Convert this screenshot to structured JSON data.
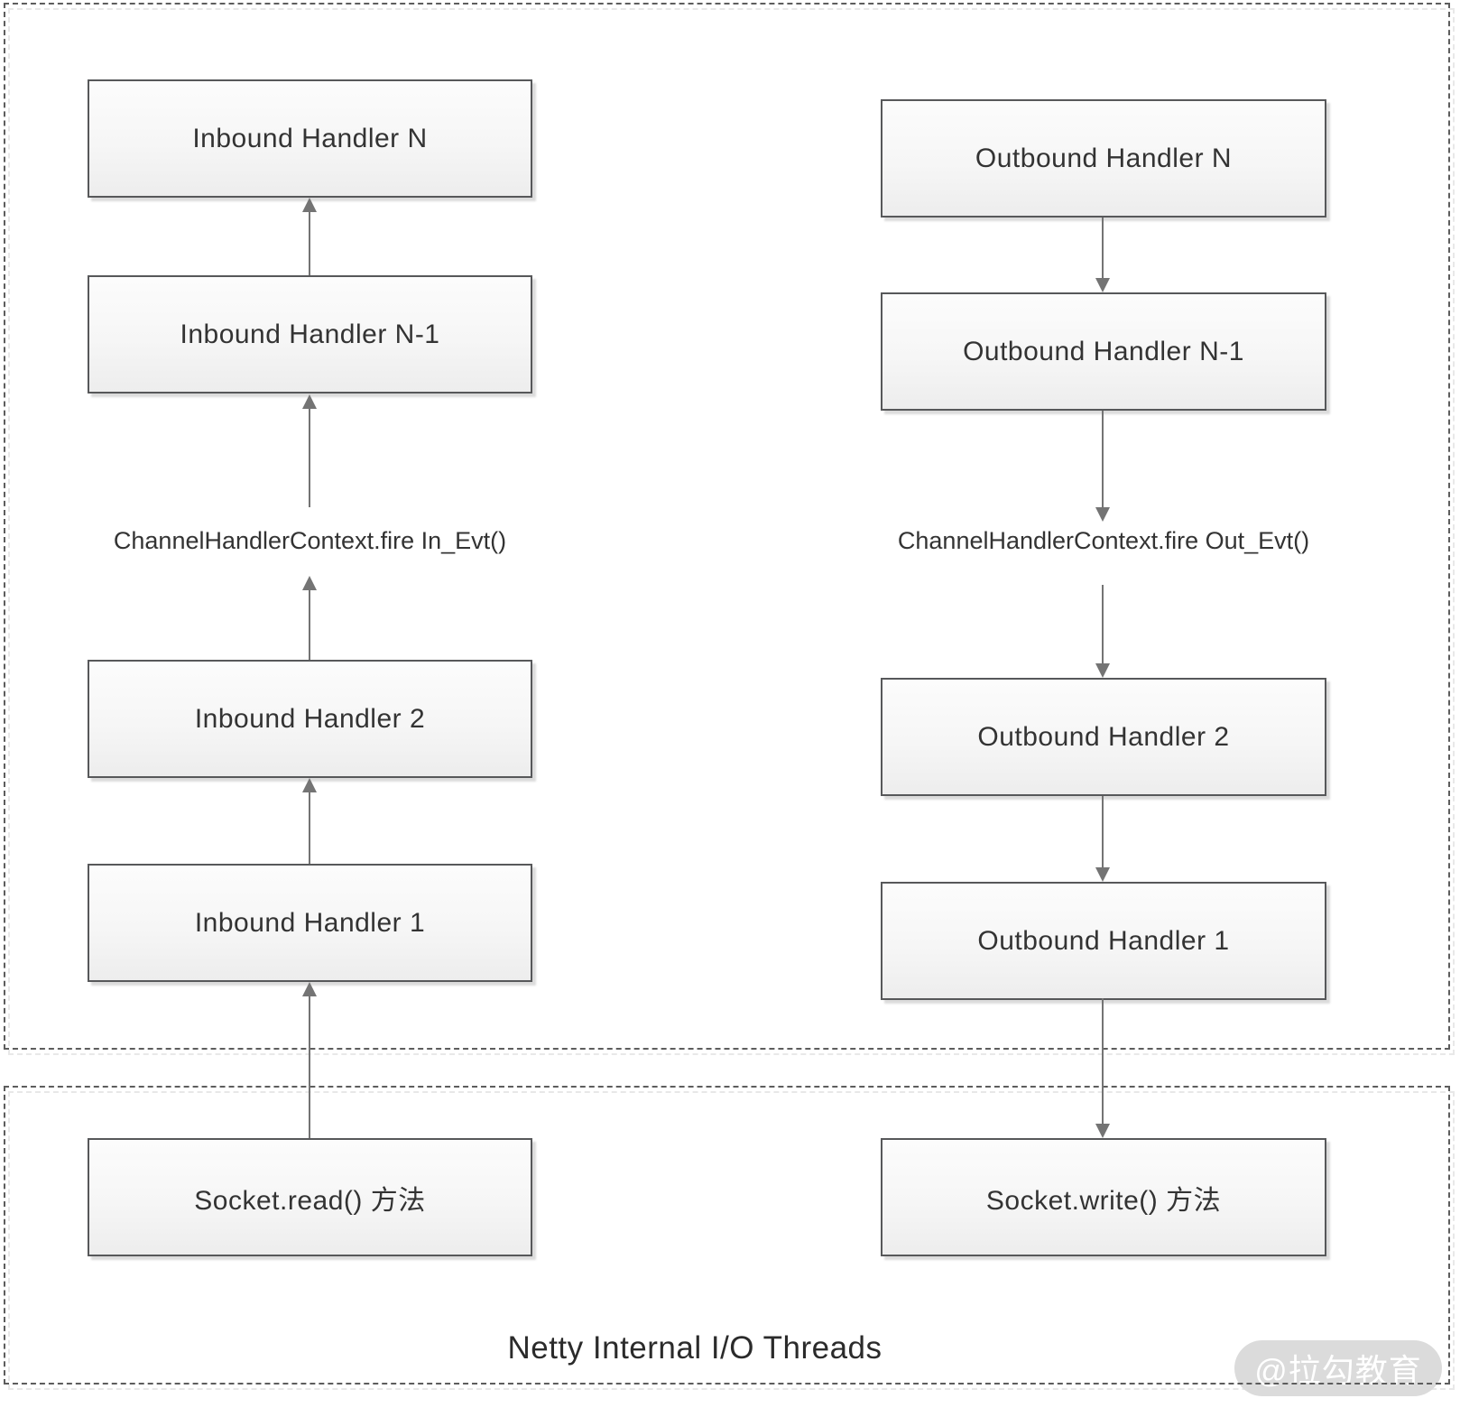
{
  "colors": {
    "box_border": "#57585a",
    "arrow": "#747474",
    "dash_border": "#5d5d5d",
    "label_text": "#333333",
    "watermark_bg": "#dbdbdb",
    "watermark_text": "#ffffff"
  },
  "inbound": {
    "handler_n": "Inbound Handler N",
    "handler_n_minus_1": "Inbound Handler N-1",
    "fire_event": "ChannelHandlerContext.fire In_Evt()",
    "handler_2": "Inbound Handler 2",
    "handler_1": "Inbound Handler 1",
    "socket_method": "Socket.read() 方法"
  },
  "outbound": {
    "handler_n": "Outbound Handler N",
    "handler_n_minus_1": "Outbound Handler N-1",
    "fire_event": "ChannelHandlerContext.fire Out_Evt()",
    "handler_2": "Outbound Handler 2",
    "handler_1": "Outbound Handler 1",
    "socket_method": "Socket.write() 方法"
  },
  "footer": {
    "title": "Netty Internal I/O Threads",
    "watermark": "@拉勾教育"
  }
}
